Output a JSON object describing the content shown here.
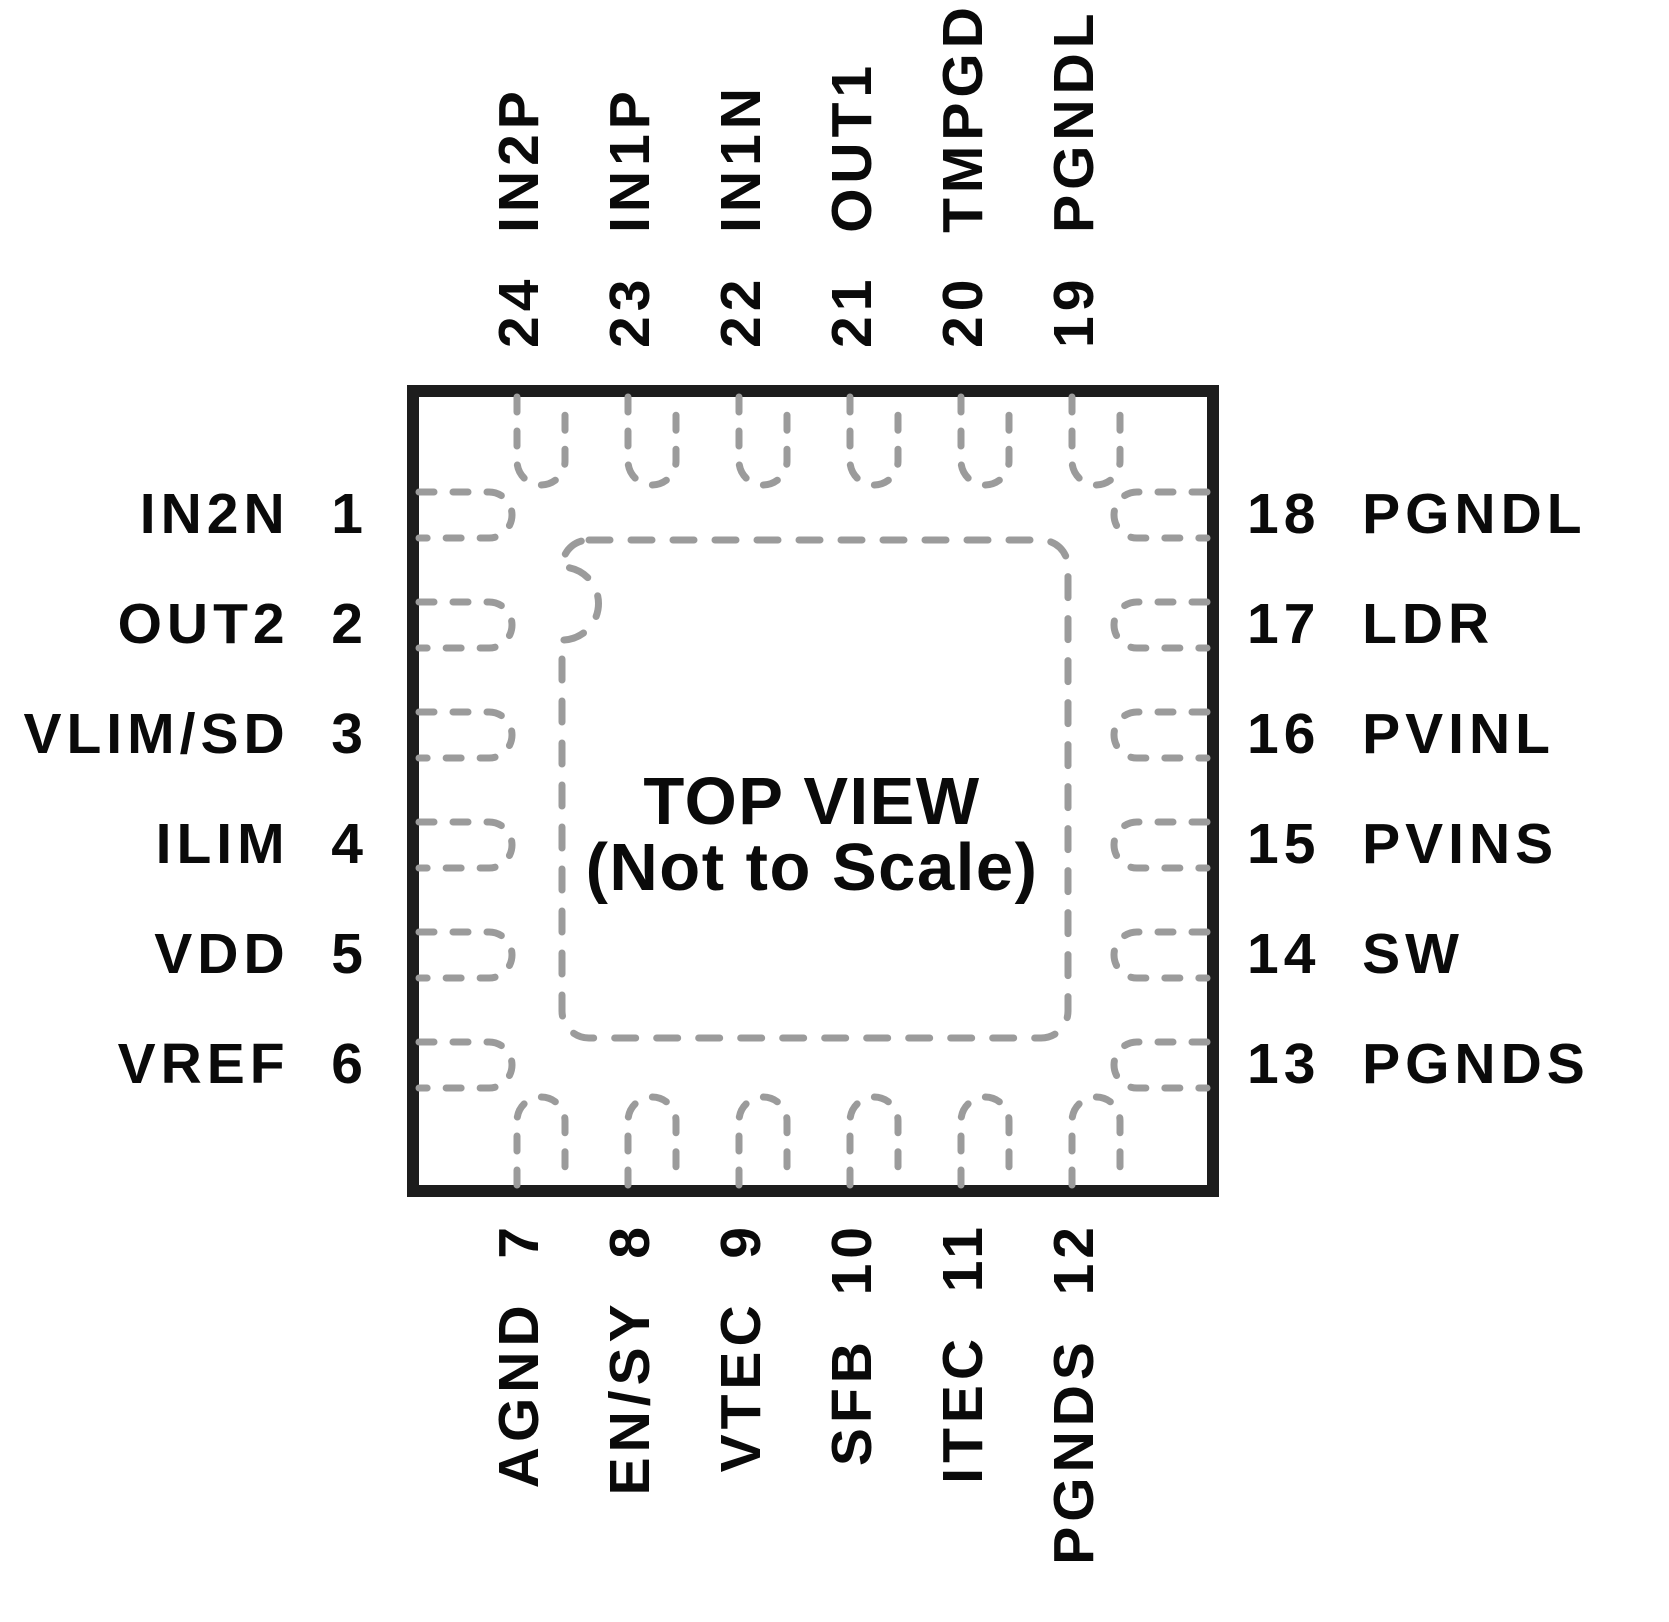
{
  "diagram": {
    "center": {
      "title": "TOP VIEW",
      "subtitle": "(Not to Scale)"
    },
    "colors": {
      "background": "#ffffff",
      "package_border": "#1d1d1d",
      "pad_dash": "#9b9b9b",
      "text": "#0a0a0a"
    },
    "pin_count": 24,
    "pins": {
      "left": [
        {
          "num": "1",
          "name": "IN2N",
          "label": "IN2N  1"
        },
        {
          "num": "2",
          "name": "OUT2",
          "label": "OUT2  2"
        },
        {
          "num": "3",
          "name": "VLIM/SD",
          "label": "VLIM/SD  3"
        },
        {
          "num": "4",
          "name": "ILIM",
          "label": "ILIM  4"
        },
        {
          "num": "5",
          "name": "VDD",
          "label": "VDD  5"
        },
        {
          "num": "6",
          "name": "VREF",
          "label": "VREF  6"
        }
      ],
      "top": [
        {
          "num": "24",
          "name": "IN2P",
          "label": "24  IN2P"
        },
        {
          "num": "23",
          "name": "IN1P",
          "label": "23  IN1P"
        },
        {
          "num": "22",
          "name": "IN1N",
          "label": "22  IN1N"
        },
        {
          "num": "21",
          "name": "OUT1",
          "label": "21  OUT1"
        },
        {
          "num": "20",
          "name": "TMPGD",
          "label": "20  TMPGD"
        },
        {
          "num": "19",
          "name": "PGNDL",
          "label": "19  PGNDL"
        }
      ],
      "right": [
        {
          "num": "18",
          "name": "PGNDL",
          "label": "18  PGNDL"
        },
        {
          "num": "17",
          "name": "LDR",
          "label": "17  LDR"
        },
        {
          "num": "16",
          "name": "PVINL",
          "label": "16  PVINL"
        },
        {
          "num": "15",
          "name": "PVINS",
          "label": "15  PVINS"
        },
        {
          "num": "14",
          "name": "SW",
          "label": "14  SW"
        },
        {
          "num": "13",
          "name": "PGNDS",
          "label": "13  PGNDS"
        }
      ],
      "bottom": [
        {
          "num": "7",
          "name": "AGND",
          "label": "AGND  7"
        },
        {
          "num": "8",
          "name": "EN/SY",
          "label": "EN/SY  8"
        },
        {
          "num": "9",
          "name": "VTEC",
          "label": "VTEC  9"
        },
        {
          "num": "10",
          "name": "SFB",
          "label": "SFB  10"
        },
        {
          "num": "11",
          "name": "ITEC",
          "label": "ITEC  11"
        },
        {
          "num": "12",
          "name": "PGNDS",
          "label": "PGNDS  12"
        }
      ]
    }
  }
}
